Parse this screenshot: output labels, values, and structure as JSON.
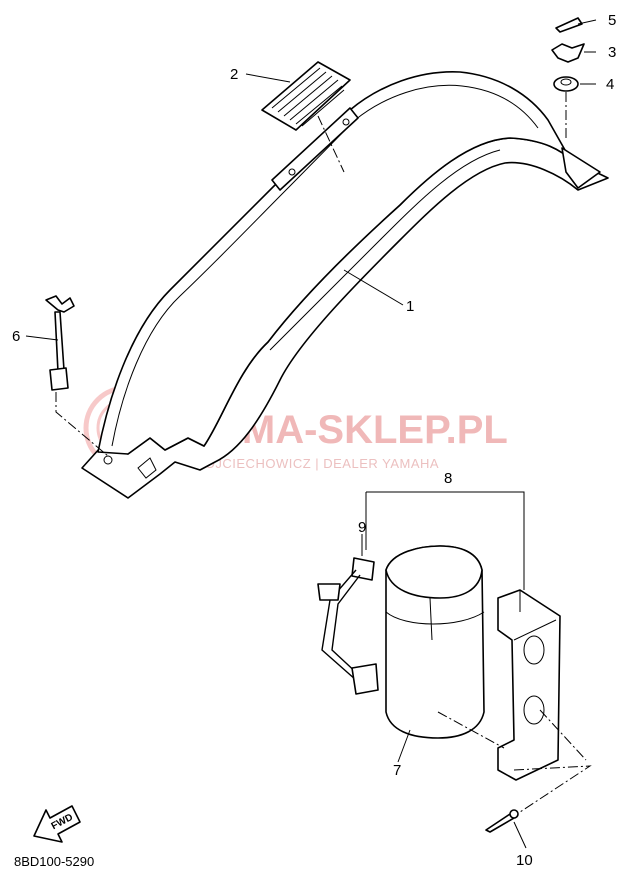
{
  "callouts": {
    "c1": "1",
    "c2": "2",
    "c3": "3",
    "c4": "4",
    "c5": "5",
    "c6": "6",
    "c7": "7",
    "c8": "8",
    "c9": "9",
    "c10": "10"
  },
  "diagram_code": "8BD100-5290",
  "fwd_label": "FWD",
  "watermark": {
    "main": "YAMA-SKLEP.PL",
    "sub": "WOJCIECHOWICZ | DEALER YAMAHA"
  },
  "colors": {
    "ink": "#000000",
    "watermark": "#f0b8b8",
    "background": "#ffffff"
  }
}
